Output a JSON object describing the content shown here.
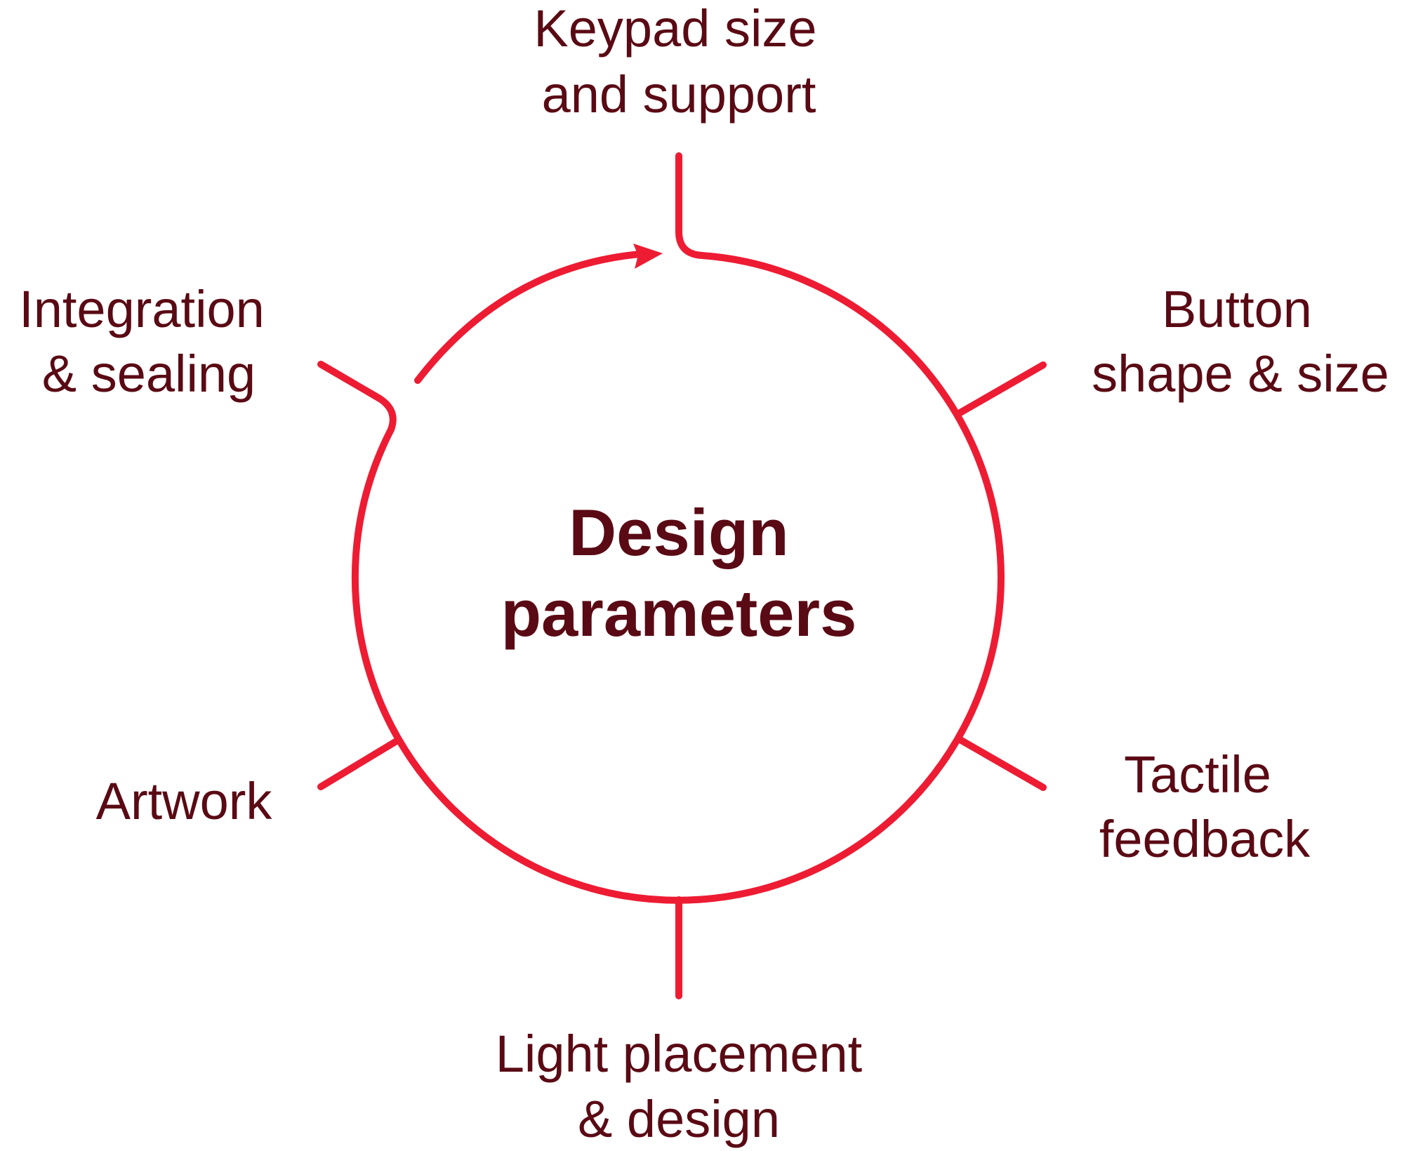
{
  "colors": {
    "accent": "#ed1c33",
    "text": "#5a0a14"
  },
  "center": {
    "line1": "Design",
    "line2": "parameters"
  },
  "parameters": [
    {
      "line1": "Keypad size",
      "line2": "and support"
    },
    {
      "line1": "Button",
      "line2": "shape & size"
    },
    {
      "line1": "Tactile",
      "line2": "feedback"
    },
    {
      "line1": "Light placement",
      "line2": "& design"
    },
    {
      "line1": "Artwork"
    },
    {
      "line1": "Integration",
      "line2": "& sealing"
    }
  ]
}
